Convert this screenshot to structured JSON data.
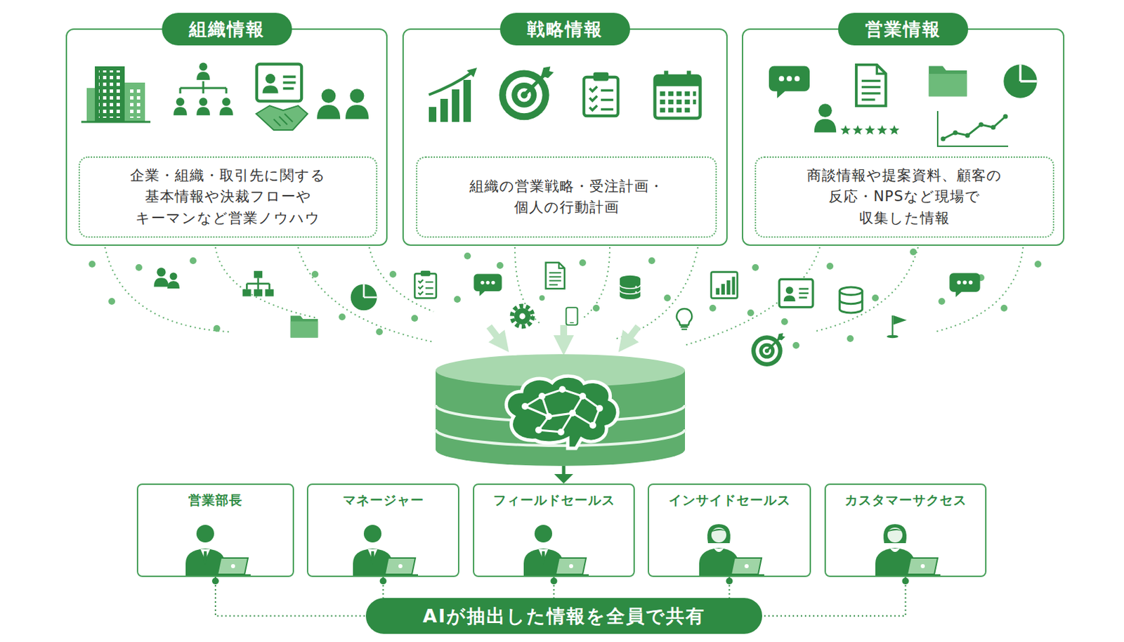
{
  "diagram": {
    "nodes": [
      {
        "text": [
          "組織情報"
        ]
      },
      {
        "text": [
          "企業・組織・取引先に関する 基本情報や決裁フローや キーマンなど営業ノウハウ"
        ],
        "in": 0
      },
      {
        "text": [
          "戦略情報"
        ]
      },
      {
        "text": [
          "組織の営業戦略・受注計画・ 個人の行動計画"
        ],
        "in": 2
      },
      {
        "text": [
          "営業情報"
        ]
      },
      {
        "text": [
          "商談情報や提案資料、顧客の 反応・NPSなど現場で 収集した情報"
        ],
        "in": 4
      },
      {
        "text": [
          "営業部長"
        ]
      },
      {
        "text": [
          "マネージャー"
        ]
      },
      {
        "text": [
          "フィールドセールス"
        ]
      },
      {
        "text": [
          "インサイドセールス"
        ]
      },
      {
        "text": [
          "カスタマーサクセス"
        ]
      },
      {
        "text": [
          "AIが抽出した情報を全員で共有"
        ]
      }
    ],
    "edges": [
      {
        "from": 6,
        "to": 11,
        "arrow": "none"
      },
      {
        "from": 7,
        "to": 11,
        "arrow": "none"
      },
      {
        "from": 8,
        "to": 11,
        "arrow": "none"
      },
      {
        "from": 9,
        "to": 11,
        "arrow": "none"
      },
      {
        "from": 10,
        "to": 11,
        "arrow": "none"
      }
    ]
  }
}
